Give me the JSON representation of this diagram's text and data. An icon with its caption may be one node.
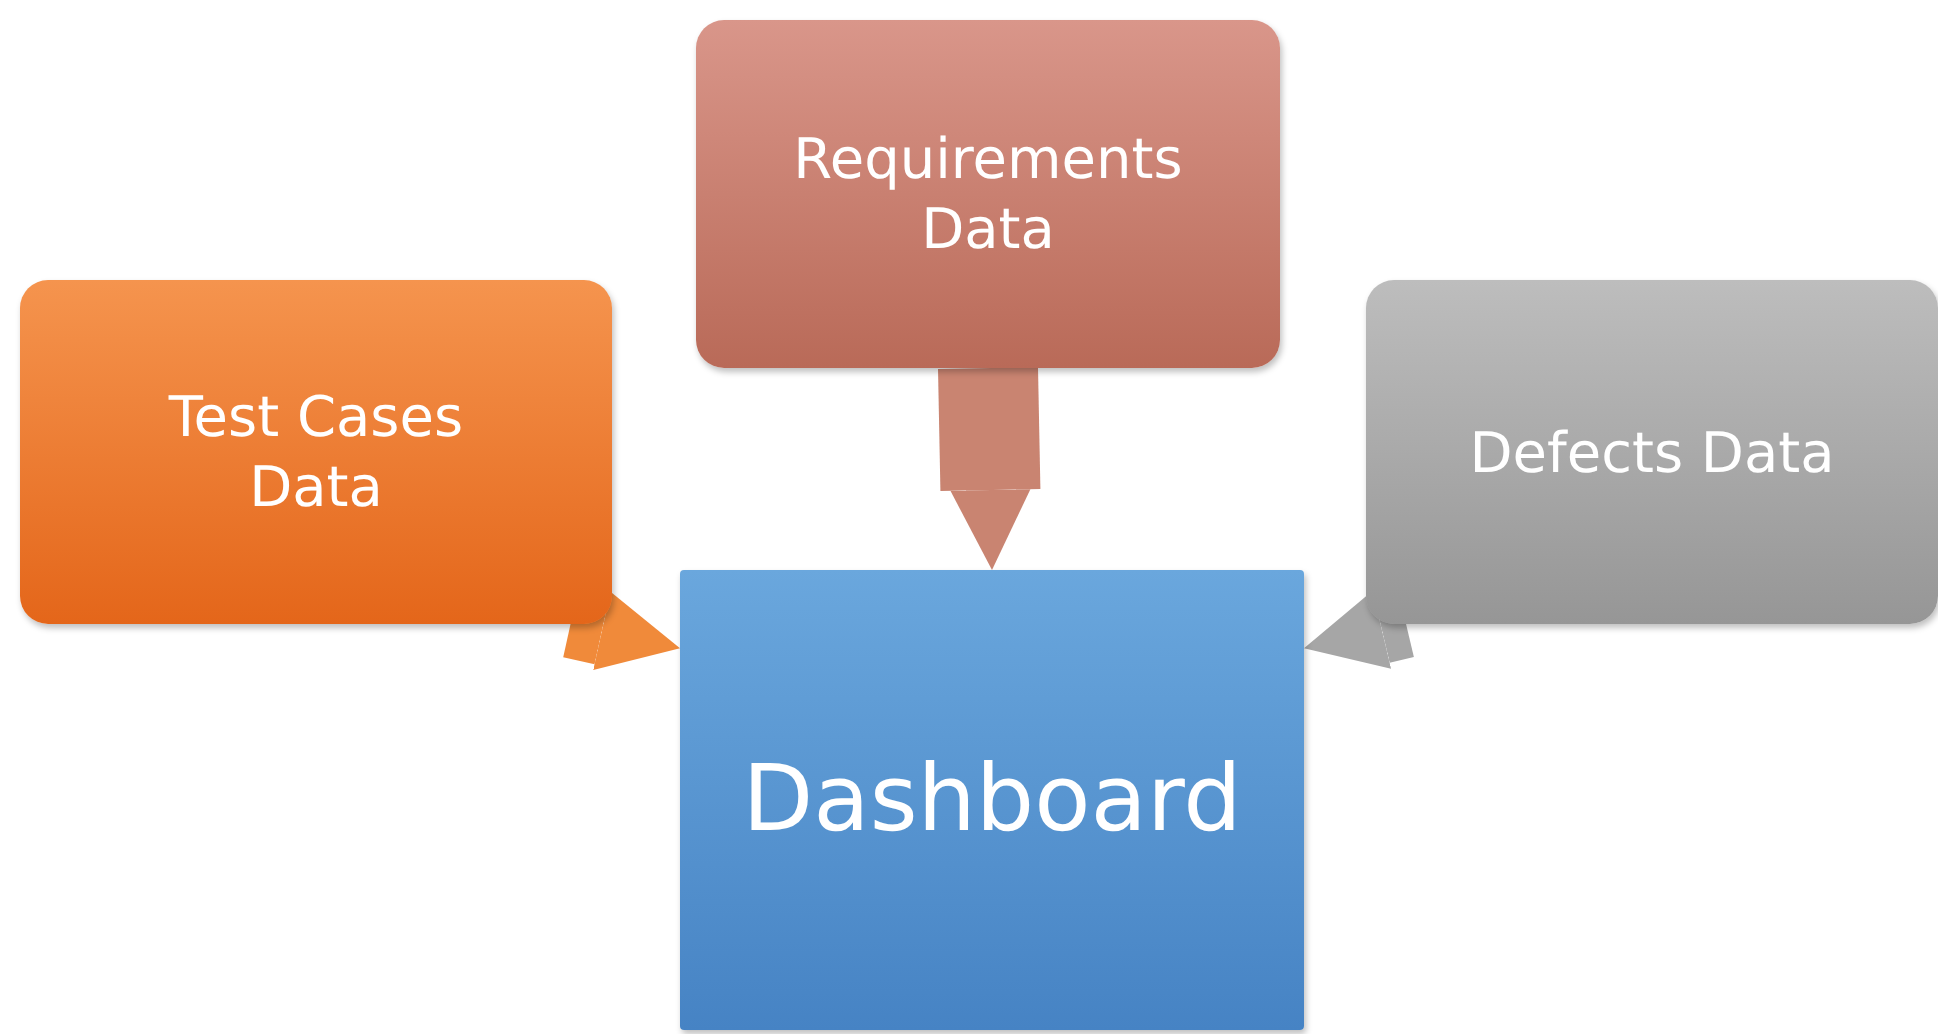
{
  "diagram": {
    "nodes": [
      {
        "text": [
          "Requirements Data"
        ]
      },
      {
        "text": [
          "Test Cases Data"
        ]
      },
      {
        "text": [
          "Defects Data"
        ]
      },
      {
        "text": [
          "Dashboard"
        ]
      }
    ],
    "edges": [
      {
        "from": 0,
        "to": 3,
        "arrow": "to",
        "color": "#c98471"
      },
      {
        "from": 1,
        "to": 3,
        "arrow": "to",
        "color": "#f08a3a"
      },
      {
        "from": 2,
        "to": 3,
        "arrow": "to",
        "color": "#a6a6a6"
      }
    ]
  }
}
